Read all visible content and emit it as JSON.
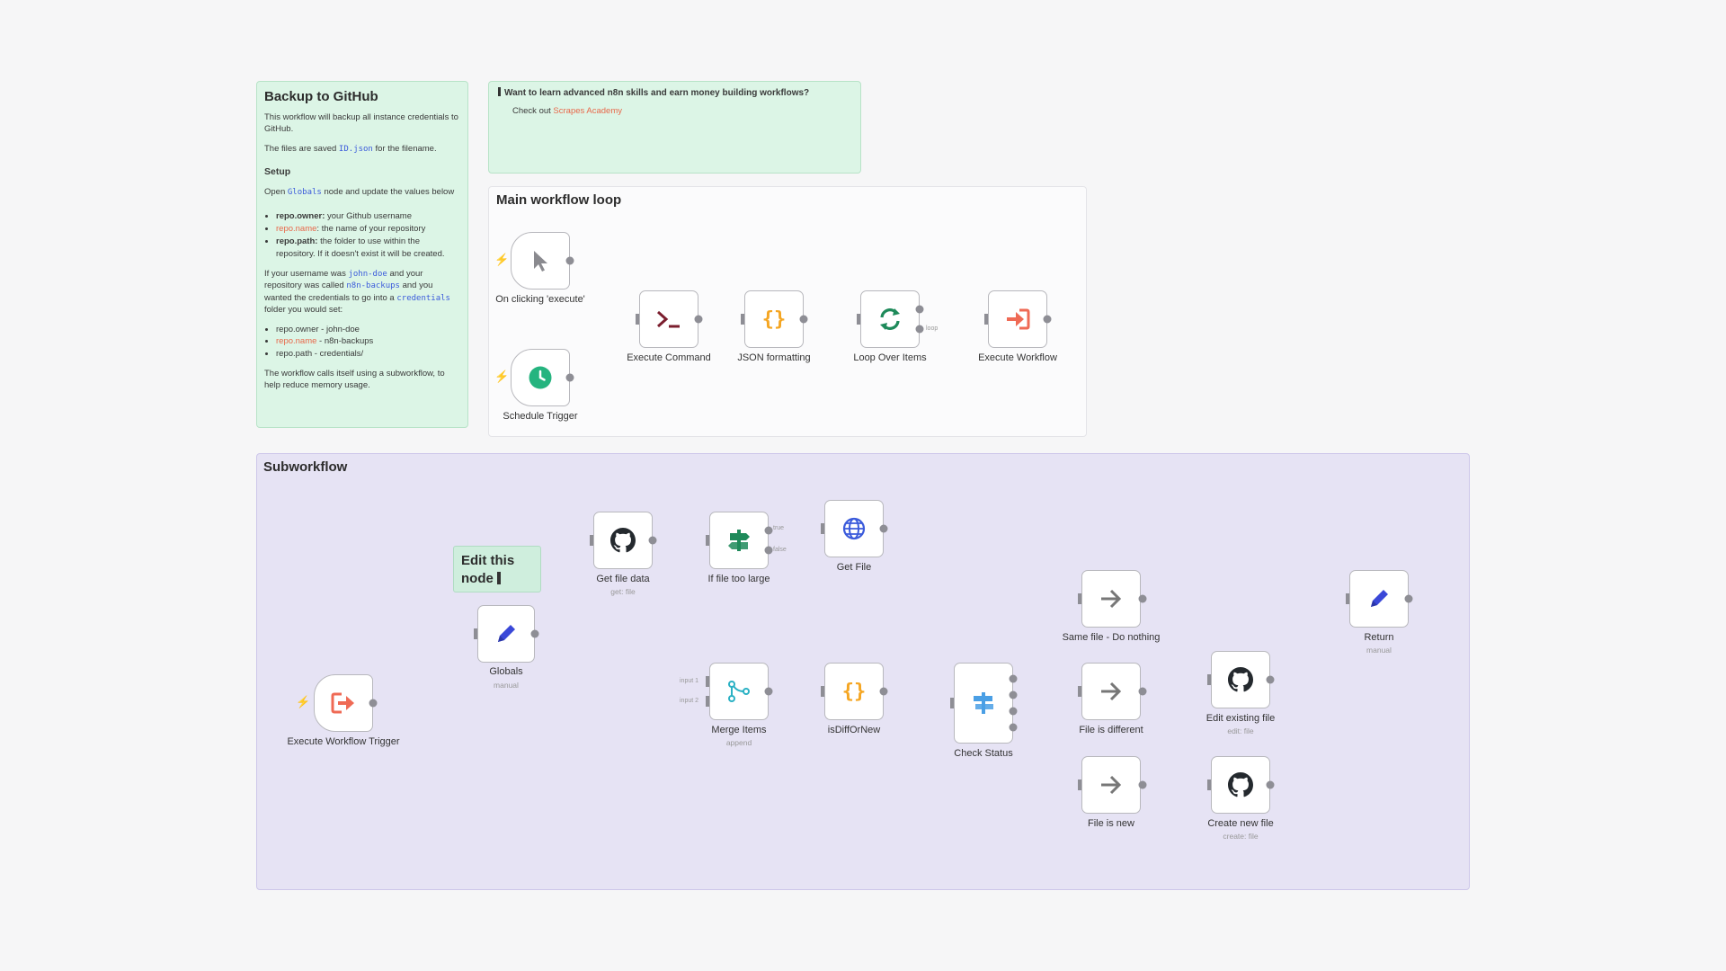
{
  "backup_note": {
    "title": "Backup to GitHub",
    "intro": "This workflow will backup all instance credentials to GitHub.",
    "files_prefix": "The files are saved ",
    "files_code": "ID.json",
    "files_suffix": " for the filename.",
    "setup_heading": "Setup",
    "setup_prefix": "Open ",
    "setup_code": "Globals",
    "setup_suffix": " node and update the values below",
    "bullets": [
      {
        "key": "repo.owner:",
        "text": " your Github username"
      },
      {
        "key": "repo.name",
        "text": ": the name of your repository"
      },
      {
        "key": "repo.path:",
        "text": " the folder to use within the repository. If it doesn't exist it will be created."
      }
    ],
    "example_1": "If your username was ",
    "example_code_1": "john-doe",
    "example_2": " and your repository was called ",
    "example_code_2": "n8n-backups",
    "example_3": " and you wanted the credentials to go into a ",
    "example_code_3": "credentials",
    "example_4": " folder you would set:",
    "values": [
      {
        "key": "repo.owner",
        "text": " - john-doe"
      },
      {
        "key": "repo.name",
        "text": " - n8n-backups"
      },
      {
        "key": "repo.path",
        "text": " - credentials/"
      }
    ],
    "footer": "The workflow calls itself using a subworkflow, to help reduce memory usage."
  },
  "promo_note": {
    "title": "Want to learn advanced n8n skills and earn money building workflows?",
    "check_prefix": "Check out ",
    "link": "Scrapes Academy"
  },
  "sections": {
    "main_loop": "Main workflow loop",
    "subworkflow": "Subworkflow"
  },
  "edit_note": {
    "text": "Edit this node"
  },
  "nodes": {
    "on_click": {
      "label": "On clicking 'execute'",
      "icon": "cursor-icon"
    },
    "schedule": {
      "label": "Schedule Trigger",
      "icon": "clock-icon"
    },
    "exec_cmd": {
      "label": "Execute Command",
      "icon": "terminal-icon"
    },
    "json_fmt": {
      "label": "JSON formatting",
      "icon": "braces-icon"
    },
    "loop": {
      "label": "Loop Over Items",
      "icon": "loop-icon"
    },
    "exec_wf": {
      "label": "Execute Workflow",
      "icon": "enter-arrow-icon"
    },
    "exec_trigger": {
      "label": "Execute Workflow Trigger",
      "icon": "exit-arrow-icon"
    },
    "globals": {
      "label": "Globals",
      "sub": "manual",
      "icon": "pencil-icon"
    },
    "get_file_data": {
      "label": "Get file data",
      "sub": "get: file",
      "icon": "github-icon"
    },
    "if_large": {
      "label": "If file too large",
      "icon": "signpost-icon"
    },
    "get_file": {
      "label": "Get File",
      "icon": "globe-icon"
    },
    "merge": {
      "label": "Merge Items",
      "sub": "append",
      "icon": "merge-icon"
    },
    "is_diff": {
      "label": "isDiffOrNew",
      "icon": "braces-icon"
    },
    "check_status": {
      "label": "Check Status",
      "icon": "switch-icon"
    },
    "same_file": {
      "label": "Same file - Do nothing",
      "icon": "arrow-right-icon"
    },
    "file_diff": {
      "label": "File is different",
      "icon": "arrow-right-icon"
    },
    "file_new": {
      "label": "File is new",
      "icon": "arrow-right-icon"
    },
    "edit_file": {
      "label": "Edit existing file",
      "sub": "edit: file",
      "icon": "github-icon"
    },
    "create_file": {
      "label": "Create new file",
      "sub": "create: file",
      "icon": "github-icon"
    },
    "return": {
      "label": "Return",
      "sub": "manual",
      "icon": "pencil-icon"
    }
  },
  "edge_labels": {
    "loop": "loop",
    "true": "true",
    "false": "false",
    "input1": "input 1",
    "input2": "input 2"
  },
  "colors": {
    "trigger_bolt": "#ff6d5a",
    "github": "#24292e",
    "json": "#f5a623",
    "loop": "#1e8a5a",
    "exec": "#ef6a55",
    "globe": "#3b5bdb",
    "switch": "#4a9fe5",
    "merge": "#2ab1c4",
    "pencil": "#3a48d8"
  }
}
